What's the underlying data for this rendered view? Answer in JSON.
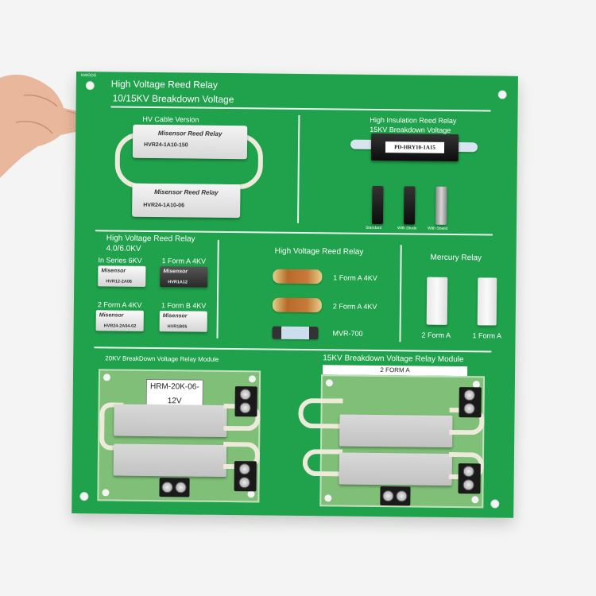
{
  "board": {
    "corner_mark": "NWGDS",
    "title_line1": "High Voltage Reed Relay",
    "title_line2": "10/15KV Breakdown Voltage",
    "hv_cable_version": "HV Cable Version",
    "relay_top_brand": "Misensor Reed Relay",
    "relay_top_model": "HVR24-1A10-150",
    "relay_bottom_brand": "Misensor Reed Relay",
    "relay_bottom_model": "HVR24-1A10-06",
    "high_insulation_title": "High Insulation Reed Relay",
    "high_insulation_subtitle": "15KV Breakdown Voltage",
    "high_insulation_model": "PD-HRY10-1A15",
    "small_labels": [
      "Standard",
      "With Diode",
      "With Shield"
    ],
    "hv_relay_4_6_title": "High Voltage Reed Relay",
    "hv_relay_4_6_sub": "4.0/6.0KV",
    "in_series": "In Series 6KV",
    "form_a_4kv": "1 Form A  4KV",
    "form_2a_4kv": "2 Form A  4KV",
    "form_b_4kv": "1 Form B  4KV",
    "small_relays": [
      {
        "brand": "Misensor",
        "model": "HVR12-2A06"
      },
      {
        "brand": "Misensor",
        "model": "HVR1A12"
      },
      {
        "brand": "Misensor",
        "model": "HVR24-2A04-02"
      },
      {
        "brand": "Misensor",
        "model": "HVR1B05"
      }
    ],
    "hv_reed_middle_title": "High Voltage Reed Relay",
    "middle_labels": [
      "1 Form A  4KV",
      "2 Form A  4KV",
      "MVR-700"
    ],
    "mercury_title": "Mercury Relay",
    "mercury_labels": [
      "2 Form A",
      "1 Form A"
    ],
    "module_left_title": "20KV BreakDown Voltage Relay Module",
    "module_left_label": "HRM-20K-06-12V",
    "module_right_title": "15KV Breakdown Voltage Relay Module",
    "module_right_label": "2  FORM  A"
  },
  "colors": {
    "pcb_green": "#1fa24b",
    "module_green": "#7fbf78",
    "silkscreen": "#ffffff",
    "background": "#f3f4f3"
  }
}
